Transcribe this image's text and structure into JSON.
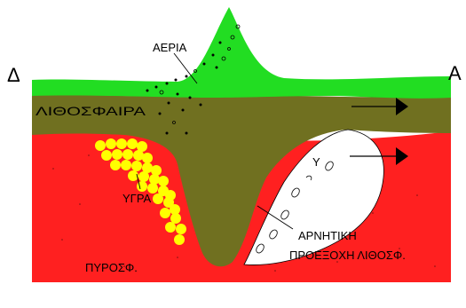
{
  "labels": {
    "gases": "ΑΕΡΙΑ",
    "lithosphere": "ΛΙΘΟΣΦΑΙΡΑ",
    "liquids": "ΥΓΡΑ",
    "pyrosphere": "ΠΥΡΟΣΦ.",
    "negative_line1": "ΑΡΝΗΤΙΚΗ",
    "negative_line2": "ΠΡΟΕΞΟΧΗ ΛΙΘΟΣΦ.",
    "left_mark": "Δ",
    "right_mark": "Α",
    "upsilon": "Υ"
  },
  "colors": {
    "crust_green": "#22dd22",
    "lithosphere": "#707020",
    "pyrosphere": "#ff2020",
    "droplets": "#ffff00",
    "cavity": "#ffffff",
    "ink": "#000000"
  },
  "icons": {
    "arrows": [
      "right-arrow-icon",
      "right-arrow-icon"
    ]
  }
}
